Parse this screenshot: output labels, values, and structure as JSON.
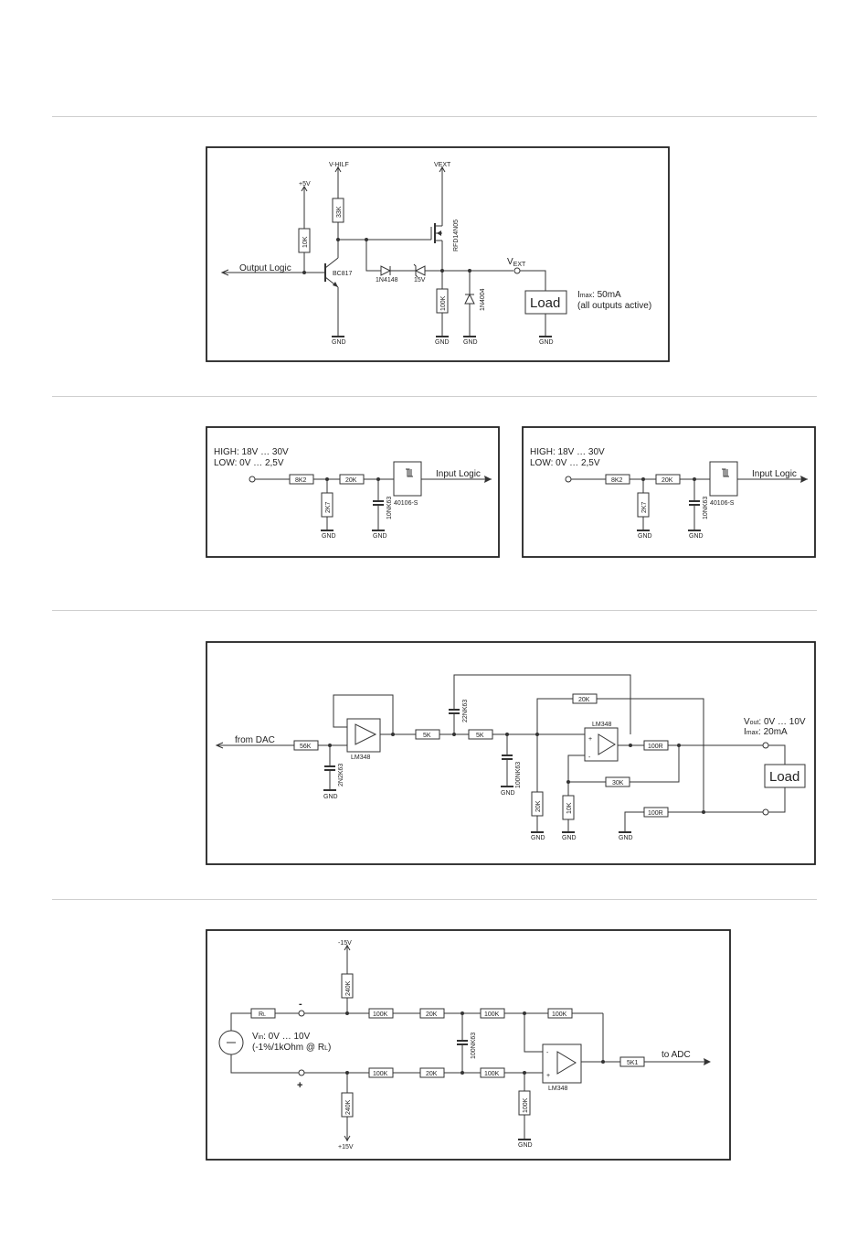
{
  "digital_output": {
    "v_hilf": "V-HILF",
    "vext_top": "VEXT",
    "plus5v": "+5V",
    "r10k": "10K",
    "r33k": "33K",
    "transistor": "BC817",
    "mosfet": "RFD14N05",
    "input_label": "Output Logic",
    "d1": "1N4148",
    "d2": "15V",
    "r100k": "100K",
    "d3": "1N4004",
    "vext_node": "V",
    "vext_node_sub": "EXT",
    "load": "Load",
    "imax": "I",
    "imax_sub": "max",
    "imax_value": ": 50mA",
    "imax_note": "(all outputs active)",
    "gnd": "GND"
  },
  "digital_inputs": [
    {
      "high": "HIGH: 18V … 30V",
      "low": "LOW:   0V … 2,5V",
      "r1": "8K2",
      "r2": "20K",
      "r3": "2K7",
      "cap": "10NK63",
      "ic": "40106-S",
      "out": "Input Logic",
      "gnd": "GND"
    },
    {
      "high": "HIGH: 18V … 30V",
      "low": "LOW:   0V … 2,5V",
      "r1": "8K2",
      "r2": "20K",
      "r3": "2K7",
      "cap": "10NK63",
      "ic": "40106-S",
      "out": "Input Logic",
      "gnd": "GND"
    }
  ],
  "analog_output": {
    "input_label": "from DAC",
    "r56k": "56K",
    "c_2n2": "2N2K63",
    "opamp1": "LM348",
    "r5k_1": "5K",
    "c_22n": "22NK63",
    "r5k_2": "5K",
    "c_100n": "100NK63",
    "r20k_fb": "20K",
    "opamp2": "LM348",
    "r100r_1": "100R",
    "r30k": "30K",
    "r20k_gnd": "20K",
    "r10k": "10K",
    "r100r_2": "100R",
    "vout": "V",
    "vout_sub": "out",
    "vout_value": ": 0V … 10V",
    "imax": "I",
    "imax_sub": "max",
    "imax_value": ": 20mA",
    "load": "Load",
    "gnd": "GND"
  },
  "analog_input": {
    "minus15": "-15V",
    "plus15": "+15V",
    "r240k_top": "240K",
    "r240k_bot": "240K",
    "rl": "R",
    "rl_sub": "L",
    "vin": "V",
    "vin_sub": "in",
    "vin_value": ": 0V … 10V",
    "vin_note": "(-1%/1kOhm @ R",
    "vin_note_sub": "L",
    "vin_note_end": ")",
    "minus_sign": "-",
    "plus_sign": "+",
    "r100k_a": "100K",
    "r20k_a": "20K",
    "r100k_b": "100K",
    "r100k_c": "100K",
    "r100k_d": "100K",
    "r20k_b": "20K",
    "r100k_e": "100K",
    "cap": "100NK63",
    "r100k_gnd": "100K",
    "opamp": "LM348",
    "r5k1": "5K1",
    "out": "to ADC",
    "gnd": "GND"
  }
}
